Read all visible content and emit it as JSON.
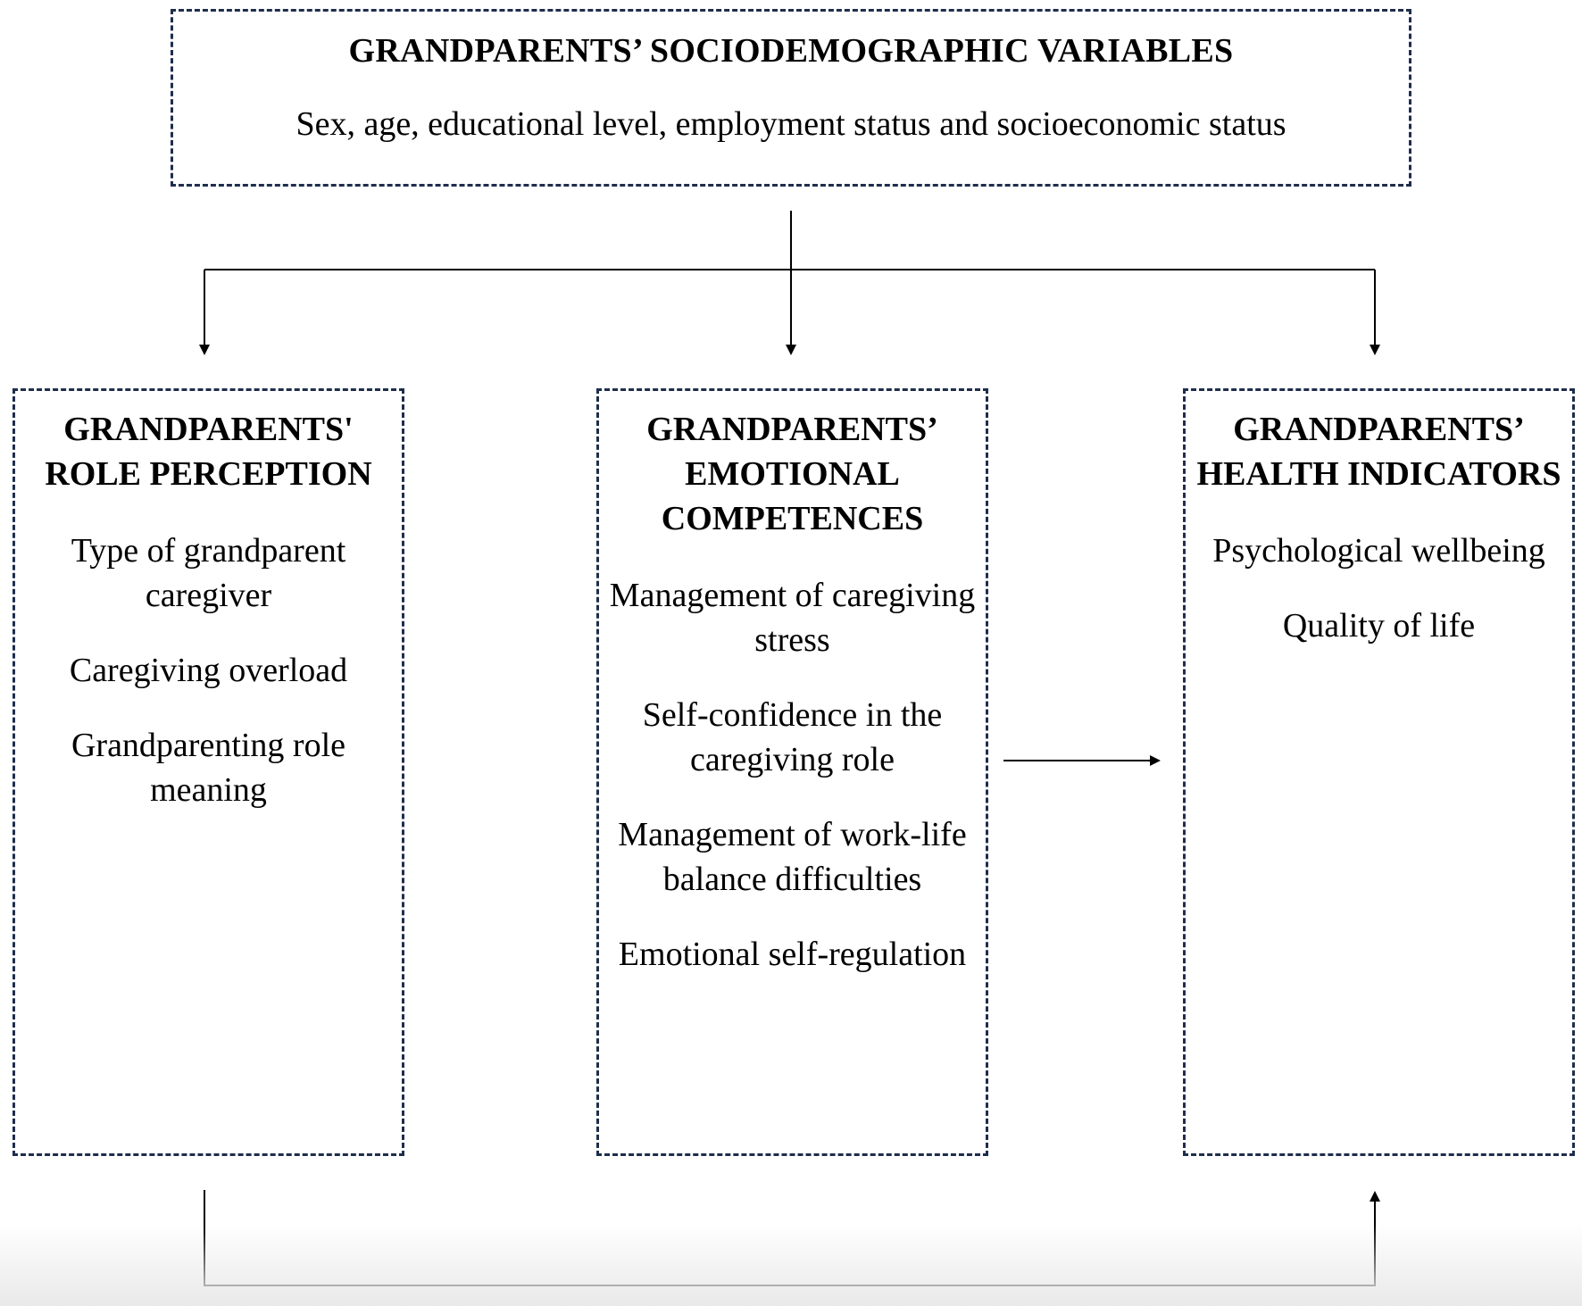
{
  "sociodemographic": {
    "title": "GRANDPARENTS’ SOCIODEMOGRAPHIC VARIABLES",
    "subtitle": "Sex, age, educational level, employment status and socioeconomic status"
  },
  "role_perception": {
    "title": "GRANDPARENTS' ROLE PERCEPTION",
    "items": [
      "Type of grandparent caregiver",
      "Caregiving overload",
      "Grandparenting role meaning"
    ]
  },
  "emotional_competences": {
    "title": "GRANDPARENTS’ EMOTIONAL COMPETENCES",
    "items": [
      "Management of caregiving stress",
      "Self-confidence in the caregiving role",
      "Management of work-life balance difficulties",
      "Emotional self-regulation"
    ]
  },
  "health_indicators": {
    "title": "GRANDPARENTS’ HEALTH INDICATORS",
    "items": [
      "Psychological wellbeing",
      "Quality of life"
    ]
  },
  "colors": {
    "border": "#1f2d4d",
    "line": "#000000",
    "background": "#ffffff"
  }
}
